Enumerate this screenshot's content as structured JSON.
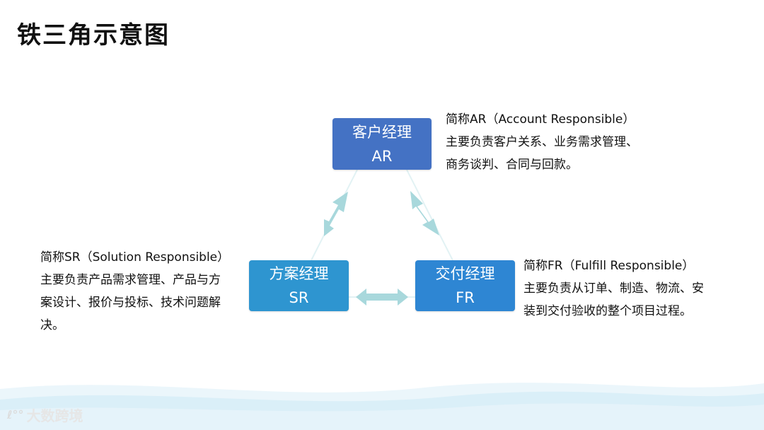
{
  "title": "铁三角示意图",
  "nodes": {
    "ar": {
      "name": "客户经理",
      "abbr": "AR"
    },
    "sr": {
      "name": "方案经理",
      "abbr": "SR"
    },
    "fr": {
      "name": "交付经理",
      "abbr": "FR"
    }
  },
  "descriptions": {
    "ar": [
      "简称AR（Account Responsible）",
      "主要负责客户关系、业务需求管理、",
      "商务谈判、合同与回款。"
    ],
    "sr": [
      "简称SR（Solution Responsible）",
      "主要负责产品需求管理、产品与方",
      "案设计、报价与投标、技术问题解",
      "决。"
    ],
    "fr": [
      "简称FR（Fulfill Responsible）",
      "主要负责从订单、制造、物流、安",
      "装到交付验收的整个项目过程。"
    ]
  },
  "colors": {
    "ar_box": "#4472c4",
    "sr_box": "#2e95d0",
    "fr_box": "#2e86d3",
    "arrow": "#a8d8dc",
    "wave": "#cfe9f7"
  },
  "watermark": "大数跨境"
}
